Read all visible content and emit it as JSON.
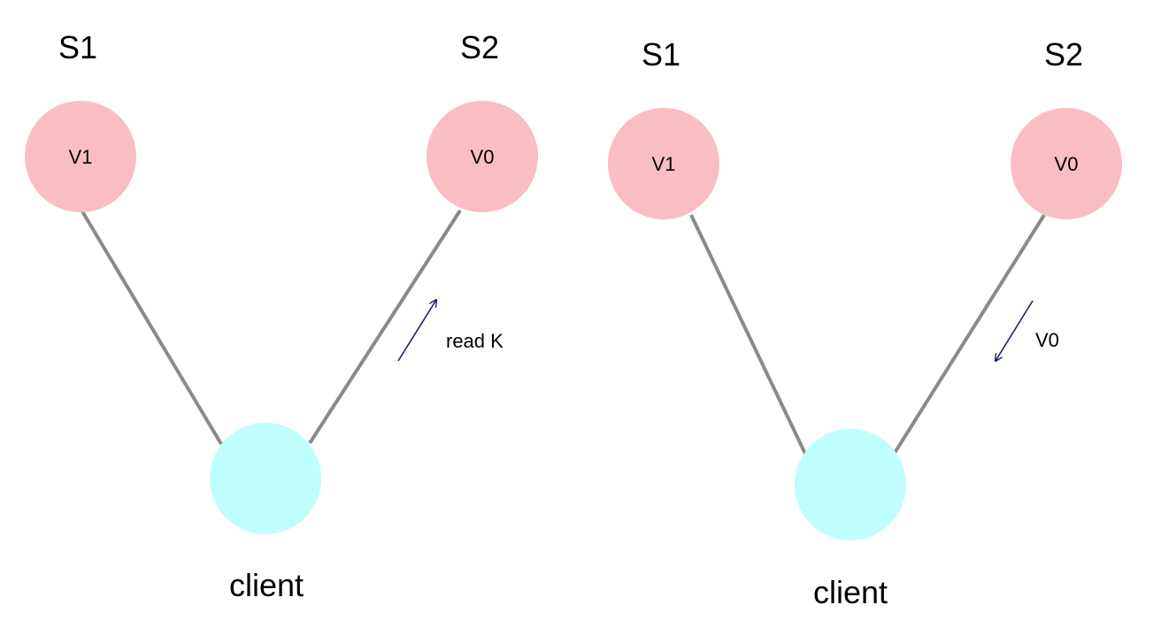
{
  "colors": {
    "server_fill": "#f9bec3",
    "client_fill": "#c0fdfd",
    "edge": "#8a8a8a",
    "arrow": "#1b2467"
  },
  "panels": [
    {
      "server_left": {
        "name": "S1",
        "value": "V1"
      },
      "server_right": {
        "name": "S2",
        "value": "V0"
      },
      "client": {
        "label": "client"
      },
      "message": {
        "text": "read K",
        "direction": "client-to-S2"
      }
    },
    {
      "server_left": {
        "name": "S1",
        "value": "V1"
      },
      "server_right": {
        "name": "S2",
        "value": "V0"
      },
      "client": {
        "label": "client"
      },
      "message": {
        "text": "V0",
        "direction": "S2-to-client"
      }
    }
  ]
}
